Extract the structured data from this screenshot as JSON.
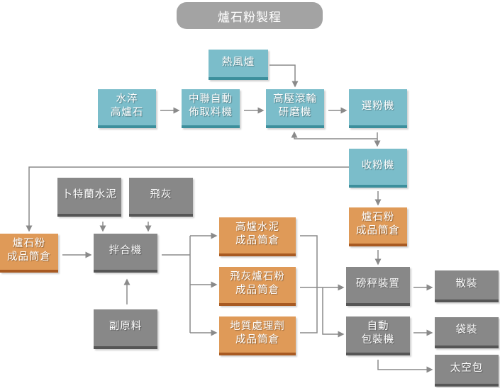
{
  "title": "爐石粉製程",
  "nodes": {
    "hot_air_furnace": "熱風爐",
    "water_quenched_slag": "水淬\n高爐石",
    "auto_reclaimer": "中聯自動\n佈取料機",
    "roller_mill": "高壓滾輪\n研磨機",
    "separator": "選粉機",
    "powder_collector": "收粉機",
    "slag_powder_silo_right": "爐石粉\n成品筒倉",
    "portland_cement": "卜特蘭水泥",
    "fly_ash": "飛灰",
    "slag_powder_silo_left": "爐石粉\n成品筒倉",
    "mixer": "拌合機",
    "additives": "副原料",
    "blast_furnace_cement_silo": "高爐水泥\n成品筒倉",
    "fly_ash_slag_silo": "飛灰爐石粉\n成品筒倉",
    "soil_treatment_silo": "地質處理劑\n成品筒倉",
    "weighing_device": "磅秤裝置",
    "auto_packer": "自動\n包裝機",
    "bulk": "散裝",
    "bagged": "袋裝",
    "jumbo_bag": "太空包"
  },
  "colors": {
    "raw_process": "#7bbdca",
    "silo": "#df9a58",
    "material_equipment": "#888888",
    "title": "#a3a3a3"
  }
}
